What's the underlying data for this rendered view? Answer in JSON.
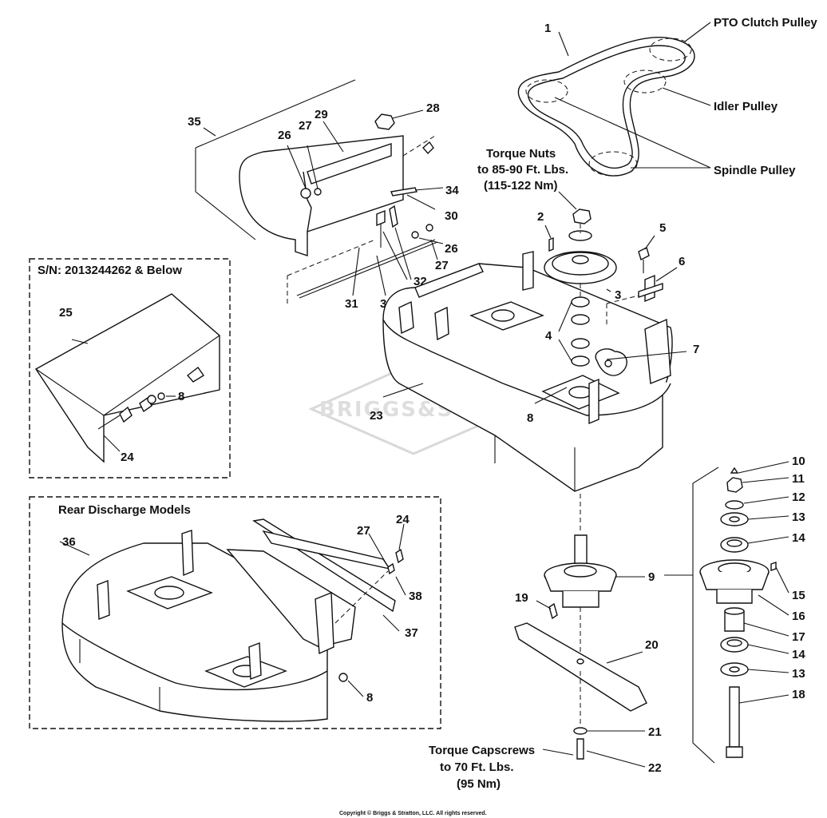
{
  "labels": {
    "pto_clutch_pulley": "PTO Clutch Pulley",
    "idler_pulley": "Idler Pulley",
    "spindle_pulley": "Spindle Pulley",
    "torque_nuts_1": "Torque Nuts",
    "torque_nuts_2": "to 85-90 Ft. Lbs.",
    "torque_nuts_3": "(115-122 Nm)",
    "torque_caps_1": "Torque Capscrews",
    "torque_caps_2": "to 70 Ft. Lbs.",
    "torque_caps_3": "(95 Nm)",
    "serial_box": "S/N: 2013244262 & Below",
    "rear_discharge": "Rear Discharge Models",
    "copyright": "Copyright © Briggs & Stratton, LLC. All rights reserved.",
    "watermark": "BRIGGS&STRATTON"
  },
  "callouts": {
    "c1": "1",
    "c2": "2",
    "c3": "3",
    "c4": "4",
    "c5": "5",
    "c6": "6",
    "c7": "7",
    "c8a": "8",
    "c8b": "8",
    "c8c": "8",
    "c9": "9",
    "c10": "10",
    "c11": "11",
    "c12": "12",
    "c13a": "13",
    "c13b": "13",
    "c14a": "14",
    "c14b": "14",
    "c15": "15",
    "c16": "16",
    "c17": "17",
    "c18": "18",
    "c19": "19",
    "c20": "20",
    "c21": "21",
    "c22": "22",
    "c23": "23",
    "c24a": "24",
    "c24b": "24",
    "c25": "25",
    "c26a": "26",
    "c26b": "26",
    "c27a": "27",
    "c27b": "27",
    "c27c": "27",
    "c28": "28",
    "c29": "29",
    "c30": "30",
    "c31": "31",
    "c32": "32",
    "c33": "33",
    "c34": "34",
    "c35": "35",
    "c36": "36",
    "c37": "37",
    "c38": "38"
  }
}
